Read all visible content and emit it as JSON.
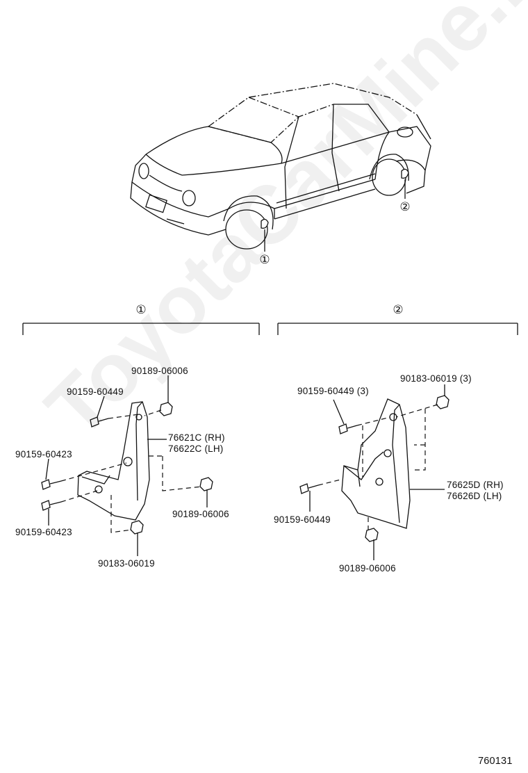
{
  "section_1": {
    "callout": "①",
    "labels": {
      "top_nut": "90189-06006",
      "top_screw": "90159-60449",
      "part_rh": "76621C (RH)",
      "part_lh": "76622C (LH)",
      "screw_a": "90159-60423",
      "screw_b": "90159-60423",
      "right_nut": "90189-06006",
      "bottom_nut": "90183-06019"
    }
  },
  "section_2": {
    "callout": "②",
    "labels": {
      "top_nut": "90183-06019 (3)",
      "top_screw": "90159-60449 (3)",
      "part_rh": "76625D (RH)",
      "part_lh": "76626D (LH)",
      "low_screw": "90159-60449",
      "bottom_nut": "90189-06006"
    }
  },
  "car_callouts": {
    "front": "①",
    "rear": "②"
  },
  "watermark": "ToyotaCarMine.ru",
  "figure_number": "760131"
}
